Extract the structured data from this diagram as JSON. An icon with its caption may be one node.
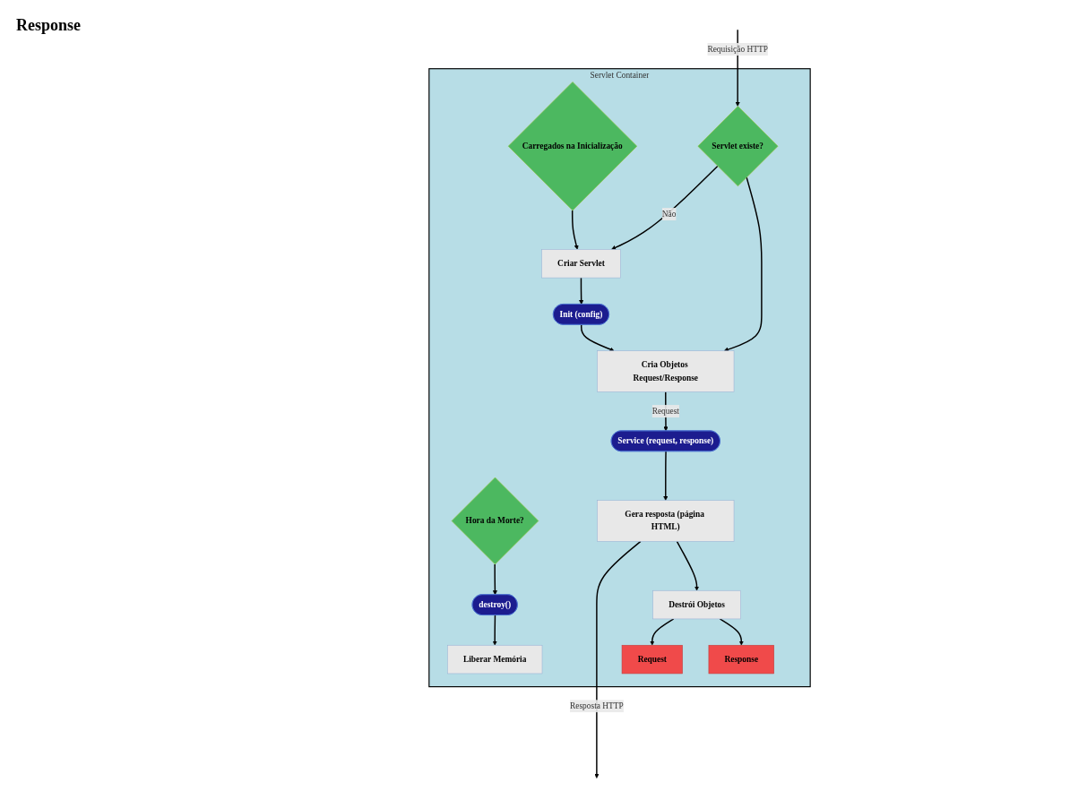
{
  "diagram": {
    "nodes": [
      {
        "text": [
          "Servlet Container"
        ]
      },
      {
        "text": [
          "Carregados na Inicialização"
        ],
        "in": 0
      },
      {
        "text": [
          "Hora da Morte?"
        ],
        "in": 0
      },
      {
        "text": [
          "Servlet existe?"
        ],
        "in": 0
      },
      {
        "text": [
          "Criar Servlet"
        ],
        "in": 0
      },
      {
        "text": [
          "destroy()"
        ],
        "in": 0
      },
      {
        "text": [
          "Cria Objetos Request/Response"
        ],
        "in": 0
      },
      {
        "text": [
          "Init (config)"
        ],
        "in": 0
      },
      {
        "text": [
          "Liberar Memória"
        ],
        "in": 0
      },
      {
        "text": [
          "Service (request, response)"
        ],
        "in": 0
      },
      {
        "text": [
          "Gera resposta (página HTML)"
        ],
        "in": 0
      },
      {
        "text": [
          "Destrói Objetos"
        ],
        "in": 0
      },
      {
        "text": [
          "Request"
        ],
        "in": 0
      },
      {
        "text": [
          "Response"
        ],
        "in": 0
      }
    ],
    "edges": [
      {
        "from": null,
        "to": 3,
        "arrow": "to",
        "label": "Requisição HTTP"
      },
      {
        "from": 3,
        "to": 4,
        "arrow": "to",
        "label": "Não"
      },
      {
        "from": 1,
        "to": 4,
        "arrow": "to"
      },
      {
        "from": 4,
        "to": 7,
        "arrow": "to"
      },
      {
        "from": 7,
        "to": 6,
        "arrow": "to"
      },
      {
        "from": 3,
        "to": 6,
        "arrow": "to"
      },
      {
        "from": 2,
        "to": 5,
        "arrow": "to"
      },
      {
        "from": 5,
        "to": 8,
        "arrow": "to"
      },
      {
        "from": 6,
        "to": 9,
        "arrow": "to",
        "label": "Request"
      },
      {
        "from": 9,
        "to": 10,
        "arrow": "to"
      },
      {
        "from": 10,
        "to": null,
        "arrow": "to",
        "label": "Resposta HTTP"
      },
      {
        "from": 10,
        "to": 11,
        "arrow": "to"
      },
      {
        "from": 11,
        "to": 12,
        "arrow": "to"
      },
      {
        "from": 11,
        "to": 13,
        "arrow": "to"
      }
    ],
    "labels": [
      "Response"
    ]
  }
}
